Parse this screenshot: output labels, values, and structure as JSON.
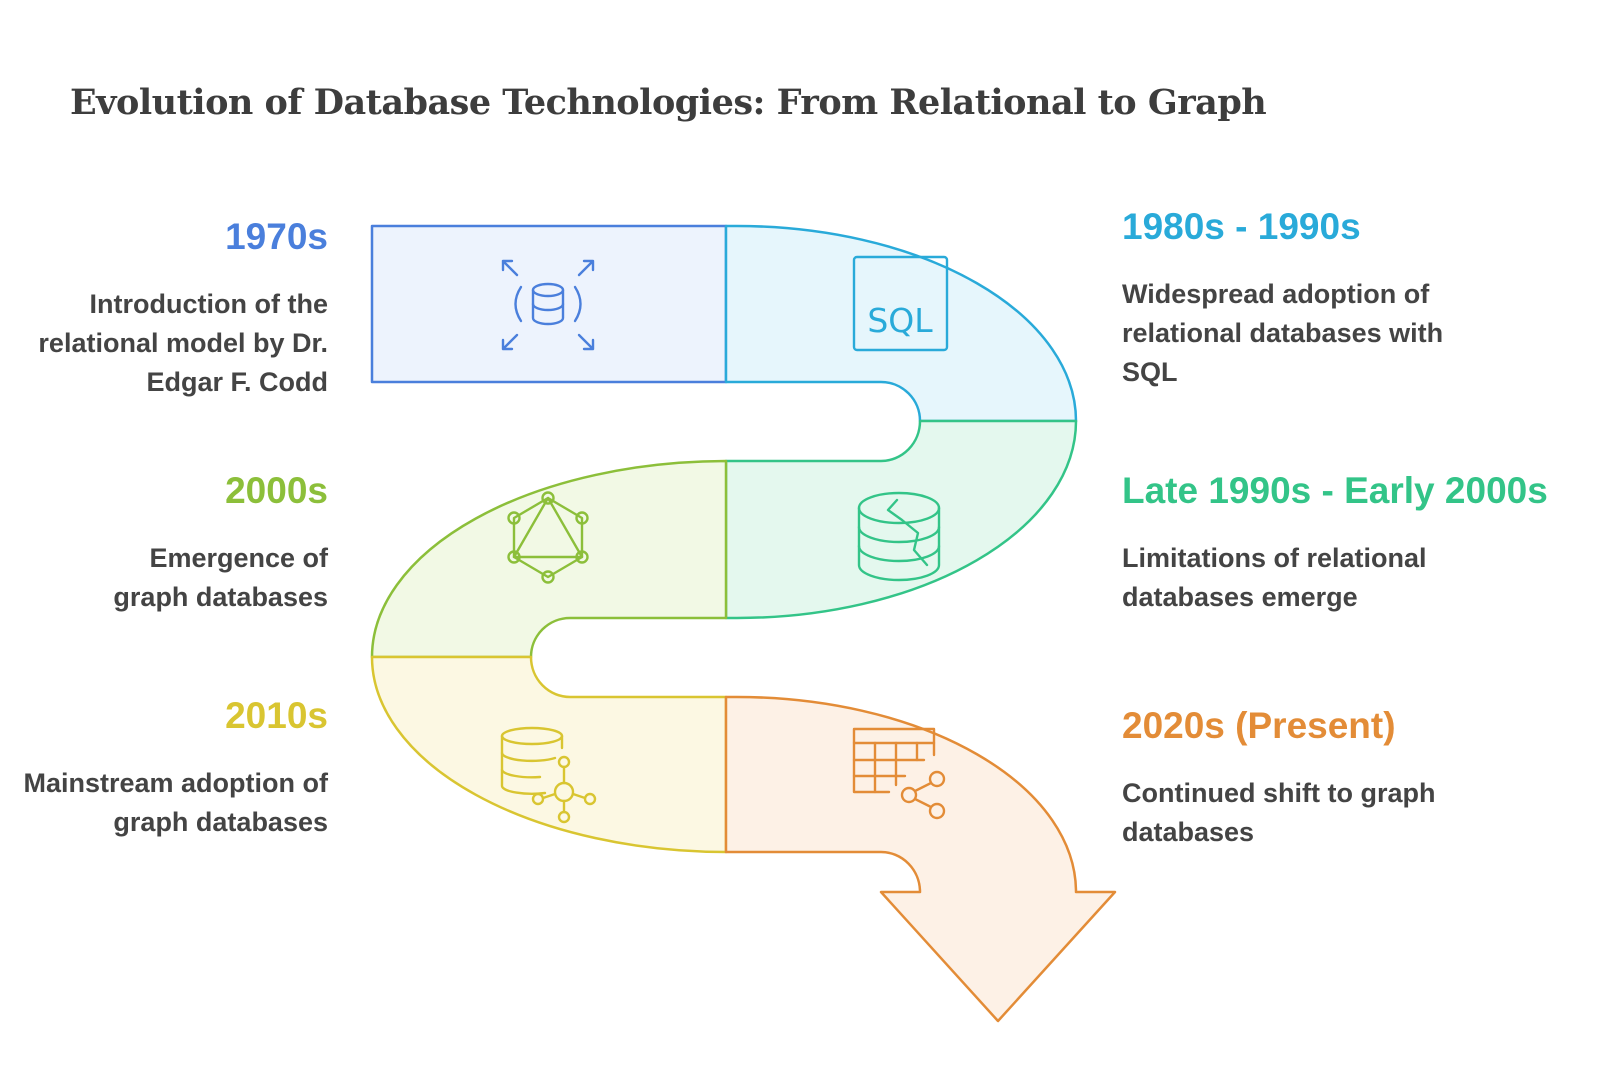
{
  "title": "Evolution of Database Technologies: From Relational to Graph",
  "stages": [
    {
      "period": "1970s",
      "description": "Introduction of the relational model by Dr. Edgar F. Codd",
      "icon": "database-expand-icon",
      "color": "#4a7fdc",
      "fill": "#edf3fd"
    },
    {
      "period": "1980s - 1990s",
      "description": "Widespread adoption of relational databases with SQL",
      "icon": "sql-icon",
      "color": "#29aad9",
      "fill": "#e6f6fc"
    },
    {
      "period": "Late 1990s - Early 2000s",
      "description": "Limitations of relational databases emerge",
      "icon": "cracked-database-icon",
      "color": "#33c488",
      "fill": "#e4f8ee"
    },
    {
      "period": "2000s",
      "description": "Emergence of graph databases",
      "icon": "graph-network-icon",
      "color": "#8cbf3a",
      "fill": "#f2f9e5"
    },
    {
      "period": "2010s",
      "description": "Mainstream adoption of graph databases",
      "icon": "database-graph-icon",
      "color": "#d9c531",
      "fill": "#fcf8e3"
    },
    {
      "period": "2020s (Present)",
      "description": "Continued shift to graph databases",
      "icon": "table-share-icon",
      "color": "#e38c37",
      "fill": "#fdf1e6"
    }
  ]
}
